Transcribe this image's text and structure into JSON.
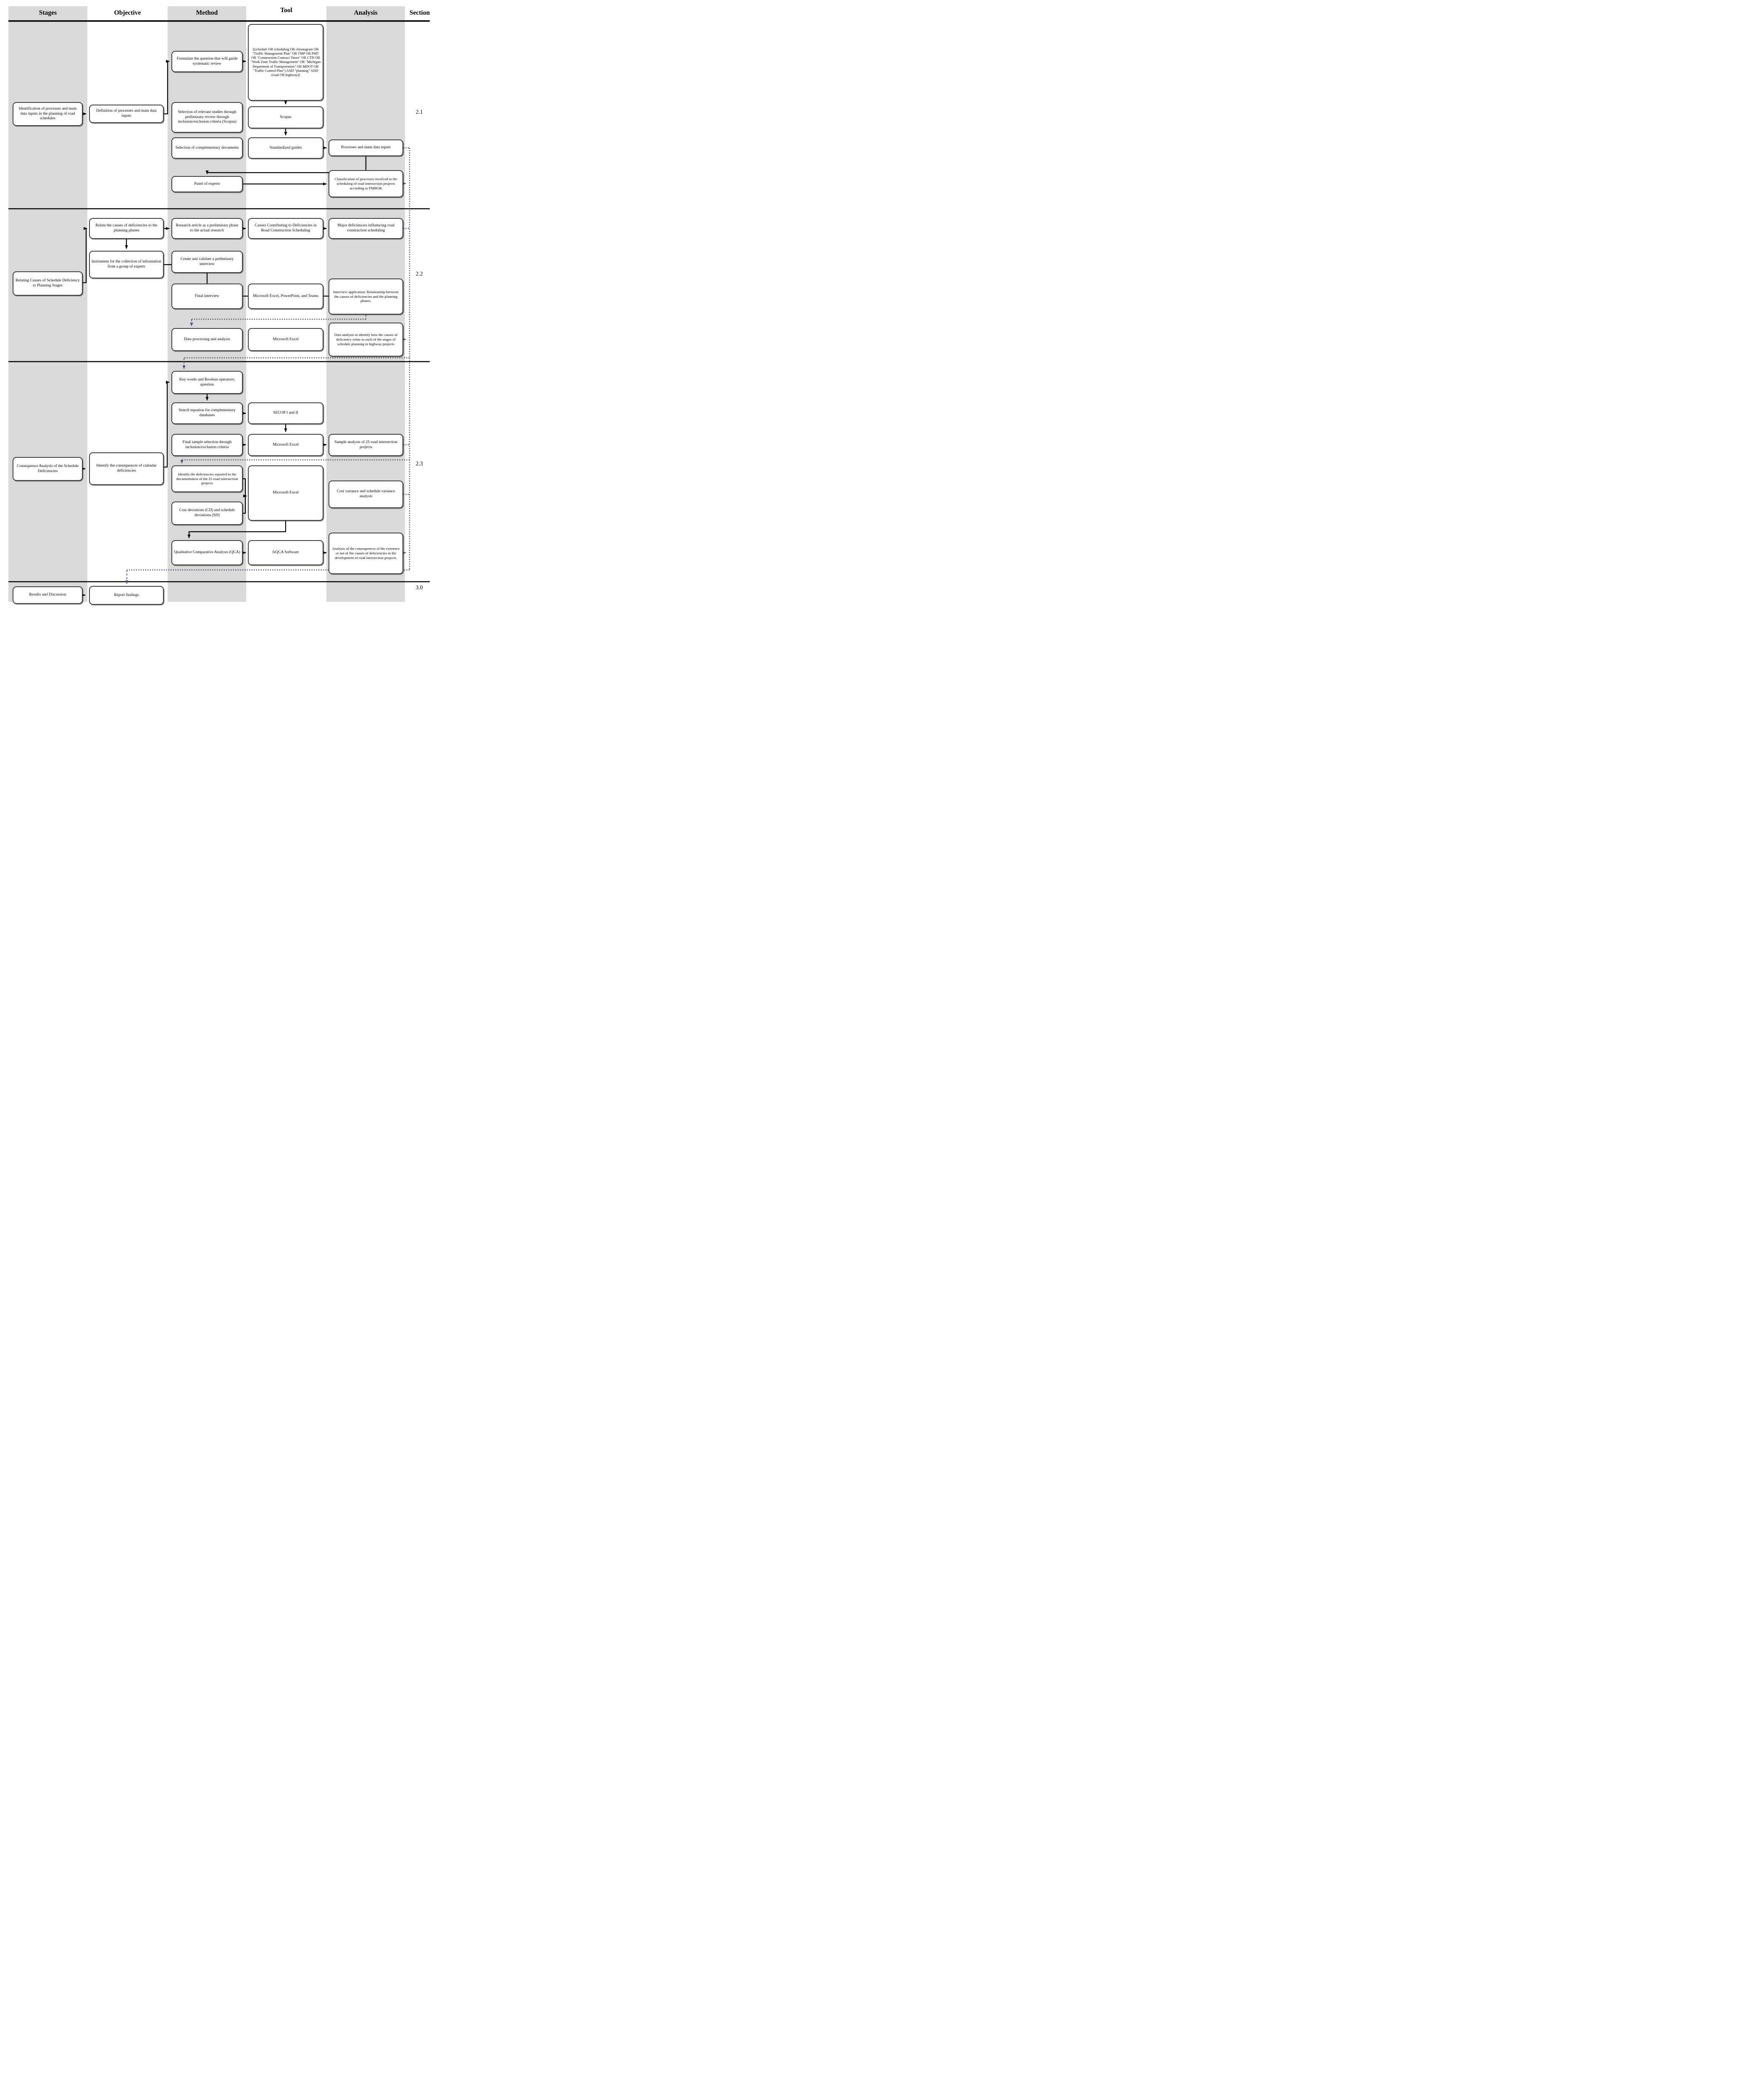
{
  "columns": [
    {
      "label": "Stages"
    },
    {
      "label": "Objective"
    },
    {
      "label": "Method"
    },
    {
      "label": "Tool"
    },
    {
      "label": "Analysis"
    },
    {
      "label": "Section"
    }
  ],
  "sections": [
    {
      "number": "2.1"
    },
    {
      "number": "2.2"
    },
    {
      "number": "2.3"
    },
    {
      "number": "3.0"
    }
  ],
  "colors": {
    "band": "#d9d9d9",
    "border": "#3f3f3f",
    "feedback": "#5e4a73"
  },
  "nodes": {
    "s1": {
      "label": "Identification of processes and main data inputs in the planning of road schedules"
    },
    "s2": {
      "label": "Relating Causes of Schedule Deficiency to Planning Stages"
    },
    "s3": {
      "label": "Consequence Analysis of the Schedule Deficiencies"
    },
    "s4": {
      "label": "Results and Discussion"
    },
    "o1": {
      "label": "Definition of processes and main data inputs"
    },
    "o2": {
      "label": "Relate the causes of deficiencies to the planning phases"
    },
    "o3": {
      "label": "Instrument for the collection of information from a group of experts"
    },
    "o4": {
      "label": "Identify the consequences of calendar deficiencies"
    },
    "o5": {
      "label": "Report findings"
    },
    "m1": {
      "label": "Formulate the question that will guide systematic review"
    },
    "m2": {
      "label": "Selection of relevant studies through preliminary review through inclusion/exclusion criteria (Scopus)"
    },
    "m3": {
      "label": "Selection of complementary documents"
    },
    "m4": {
      "label": "Panel of experts"
    },
    "m5": {
      "label": "Research article as a preliminary phase to the actual research"
    },
    "m6": {
      "label": "Create and validate a preliminary interview"
    },
    "m7": {
      "label": "Final interview"
    },
    "m8": {
      "label": "Data processing and analysis"
    },
    "m9": {
      "label": "Key words and Boolean operators; question"
    },
    "m10": {
      "label": "Search equation for complementary databases"
    },
    "m11": {
      "label": "Final sample selection through inclusion/exclusion criteria"
    },
    "m12": {
      "label": "Identify the deficiencies reported in the documentation of the 25 road intersection projects"
    },
    "m13": {
      "label": "Cost deviations (CD) and schedule deviations (SD)"
    },
    "m14": {
      "label": "Qualitative Comparative Analysis (QCA)"
    },
    "t1": {
      "label": "[(schedule OR scheduling OR chronogram OR \"Traffic Management Plan\" OR TMP OR PMT OR \"Construction Contract Times\" OR CTD OR \"Work Zone Traffic Management\" OR \"Michigan Department of Transportation\" OR MDOT OR \"Traffic Control Plan\") AND \"planning\" AND (road OR highway)]"
    },
    "t2": {
      "label": "Scopus"
    },
    "t3": {
      "label": "Standardized guides"
    },
    "t4": {
      "label": "Causes Contributing to Deficiencies in Road Construction Scheduling"
    },
    "t5": {
      "label": "Microsoft Excel, PowerPoint, and Teams"
    },
    "t6": {
      "label": "Microsoft Excel"
    },
    "t7": {
      "label": "SECOP I and II"
    },
    "t8": {
      "label": "Microsoft Excel"
    },
    "t9": {
      "label": "Microsoft Excel"
    },
    "t10": {
      "label": "fsQCA Software"
    },
    "a1": {
      "label": "Processes and main data inputs"
    },
    "a2": {
      "label": "Classification of processes involved in the scheduling of road intersection projects according to PMBOK"
    },
    "a3": {
      "label": "Major deficiencies influencing road construction scheduling"
    },
    "a4": {
      "label": "Interview application: Relationship between the causes of deficiencies and the planning phases."
    },
    "a5": {
      "label": "Data analysis to identify how the causes of deficiency relate to each of the stages of schedule planning in highway projects"
    },
    "a6": {
      "label": "Sample analysis of 25 road intersection projects"
    },
    "a7": {
      "label": "Cost variance and schedule variance analysis"
    },
    "a8": {
      "label": "Analysis of the consequences of the existence or not of the causes of deficiencies in the development of road intersection projects."
    }
  }
}
